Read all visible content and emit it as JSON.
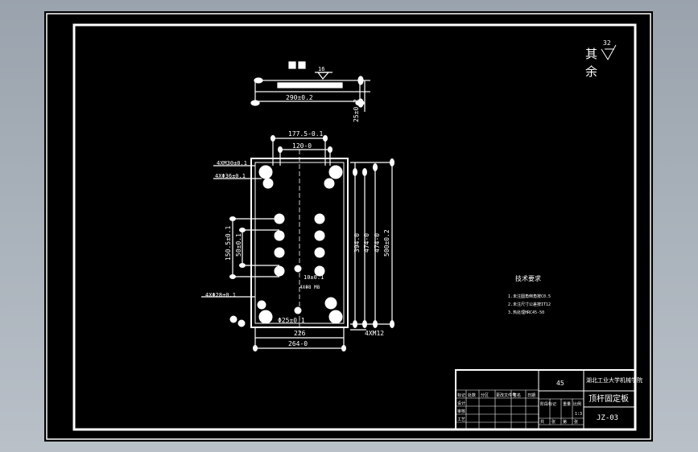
{
  "roughness": {
    "symbol_value": "32",
    "label": "其余"
  },
  "top_view": {
    "roughness_value": "16",
    "width_dim": "290±0.2",
    "height_dim": "25±0.2"
  },
  "front_view": {
    "dims": {
      "top_outer": "177.5-0.1",
      "top_inner": "120-0",
      "left_upper_1": "4XM30±0.1",
      "left_upper_2": "4XΦ36±0.1",
      "left_mid_1": "150.5±0.1",
      "left_mid_2": "50±0.1",
      "center_note_1": "10±0.1",
      "center_note_2": "4XΦ8 M8",
      "left_lower": "4XΦ28±0.1",
      "bottom_note": "Φ25±0.1",
      "right_1": "394.0",
      "right_2": "474-0",
      "right_3": "474-0",
      "right_4": "500±0.2",
      "bottom_inner": "226",
      "bottom_outer": "264-0",
      "bottom_right": "4XM12"
    }
  },
  "tech_req": {
    "title": "技术要求",
    "lines": [
      "1.未注圆角倒角按C0.5",
      "2.未注尺寸公差按IT12",
      "3.热处理HRC45-50"
    ]
  },
  "title_block": {
    "material": "45",
    "school": "湖北工业大学机械学院",
    "part_name": "顶杆固定板",
    "drawing_no": "JZ-03",
    "scale": "1:3",
    "headers": [
      "标记",
      "处数",
      "分区",
      "更改文件号",
      "签名",
      "日期"
    ],
    "row_labels": [
      "设计",
      "审核",
      "工艺"
    ],
    "small_labels": [
      "阶段标记",
      "重量",
      "比例"
    ],
    "sheet_labels": [
      "共",
      "张",
      "第",
      "张"
    ]
  },
  "colors": {
    "viewport_bg": "#000000",
    "lines": "#ffffff",
    "outer_bg": "#a8b0b9"
  }
}
